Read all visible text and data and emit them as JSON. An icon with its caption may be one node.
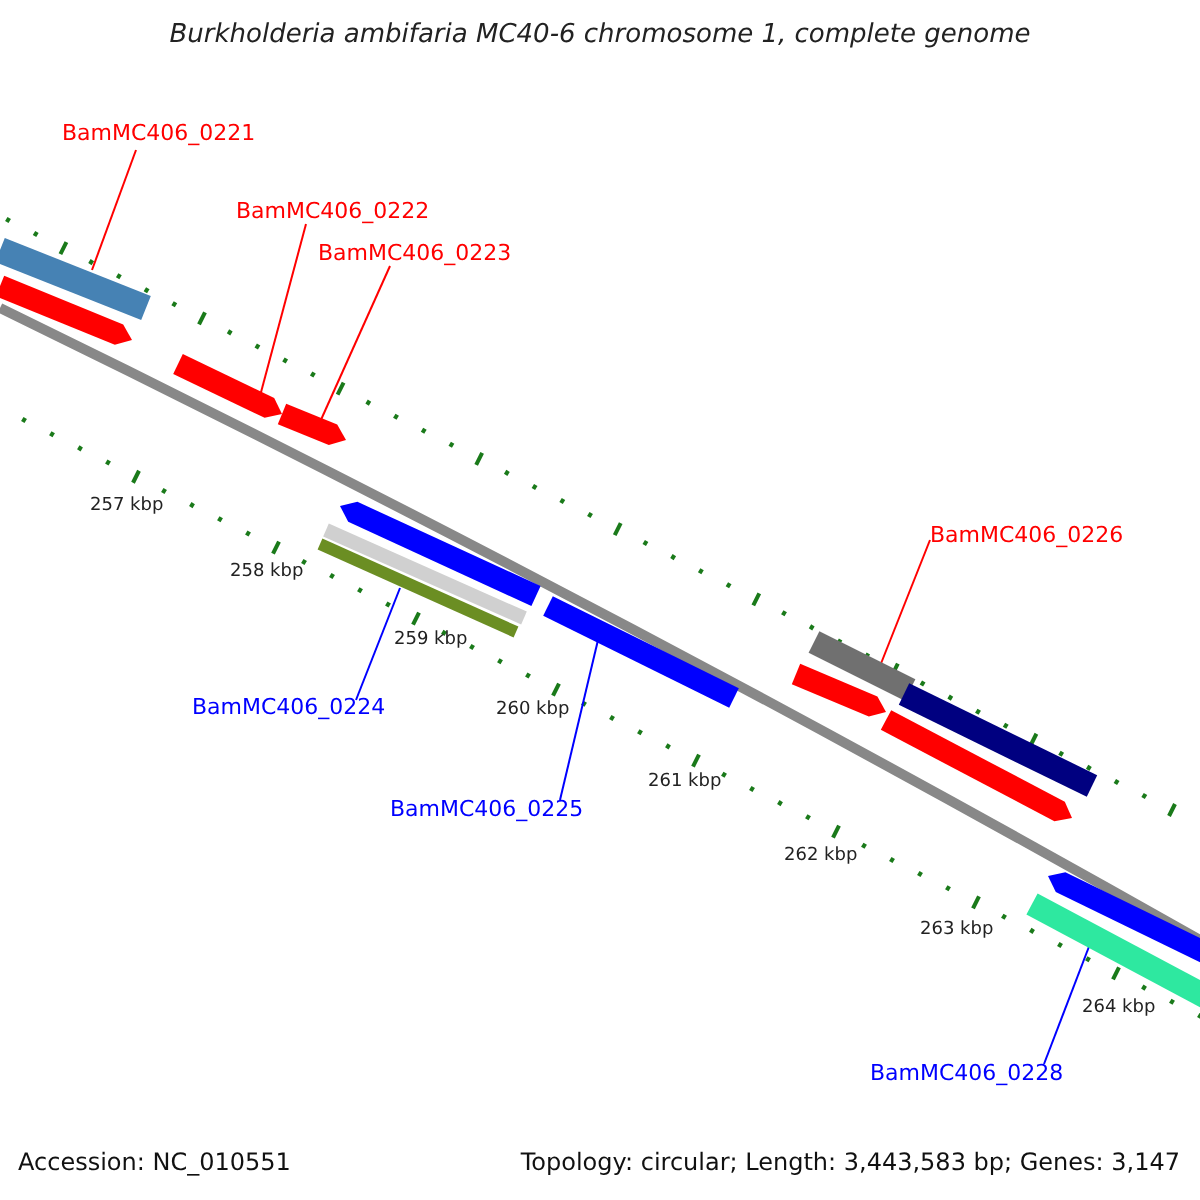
{
  "diagram": {
    "title": "Burkholderia ambifaria MC40-6 chromosome 1, complete genome",
    "nodes": [
      {
        "text": [
          "BamMC406_0221"
        ]
      },
      {
        "text": [],
        "shape": "bar"
      },
      {
        "text": [
          "BamMC406_0222"
        ]
      },
      {
        "text": [],
        "shape": "bar"
      },
      {
        "text": [
          "BamMC406_0223"
        ]
      },
      {
        "text": [],
        "shape": "bar"
      },
      {
        "text": [
          "BamMC406_0224"
        ]
      },
      {
        "text": [],
        "shape": "bar"
      },
      {
        "text": [
          "BamMC406_0225"
        ]
      },
      {
        "text": [],
        "shape": "bar"
      },
      {
        "text": [
          "BamMC406_0226"
        ]
      },
      {
        "text": [],
        "shape": "bar"
      },
      {
        "text": [
          "BamMC406_0228"
        ]
      },
      {
        "text": [],
        "shape": "bar"
      },
      {
        "text": [],
        "shape": "bar"
      },
      {
        "text": [],
        "shape": "bar"
      },
      {
        "text": [],
        "shape": "bar"
      },
      {
        "text": [],
        "shape": "bar"
      },
      {
        "text": [],
        "shape": "bar"
      },
      {
        "text": [],
        "shape": "bar"
      }
    ],
    "edges": [
      {
        "from": 0,
        "to": 1,
        "arrow": "none"
      },
      {
        "from": 2,
        "to": 3,
        "arrow": "none"
      },
      {
        "from": 4,
        "to": 5,
        "arrow": "none"
      },
      {
        "from": 6,
        "to": 7,
        "arrow": "none",
        "color": "#0000ff"
      },
      {
        "from": 8,
        "to": 9,
        "arrow": "none",
        "color": "#0000ff"
      },
      {
        "from": 10,
        "to": 11,
        "arrow": "none"
      },
      {
        "from": 12,
        "to": 13,
        "arrow": "none",
        "color": "#0000ff"
      }
    ],
    "labels": [
      "257 kbp",
      "258 kbp",
      "259 kbp",
      "260 kbp",
      "261 kbp",
      "262 kbp",
      "263 kbp",
      "264 kbp",
      "Accession: NC_010551",
      "Topology: circular; Length: 3,443,583 bp; Genes: 3,147"
    ]
  }
}
